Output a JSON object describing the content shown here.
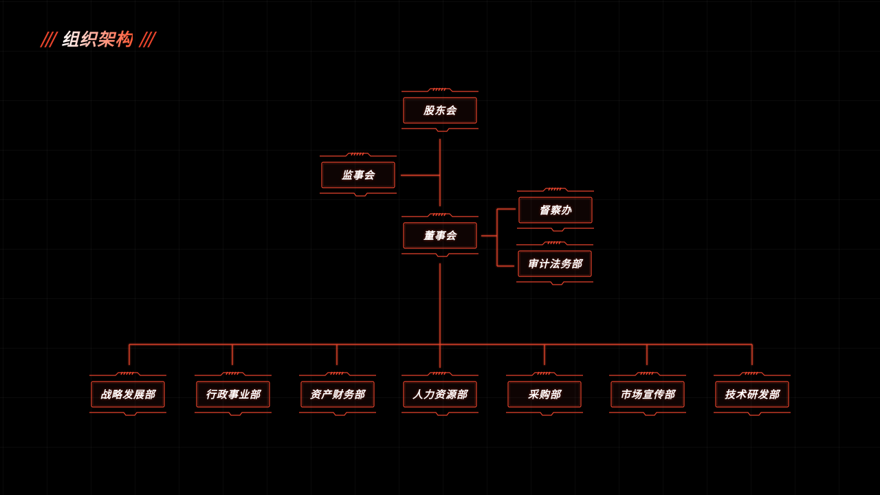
{
  "title": "组织架构",
  "accent_color": "#e8442c",
  "nodes": {
    "shareholders": "股东会",
    "supervisors": "监事会",
    "board": "董事会",
    "inspection": "督察办",
    "audit_legal": "审计法务部",
    "departments": [
      "战略发展部",
      "行政事业部",
      "资产财务部",
      "人力资源部",
      "采购部",
      "市场宣传部",
      "技术研发部"
    ]
  }
}
